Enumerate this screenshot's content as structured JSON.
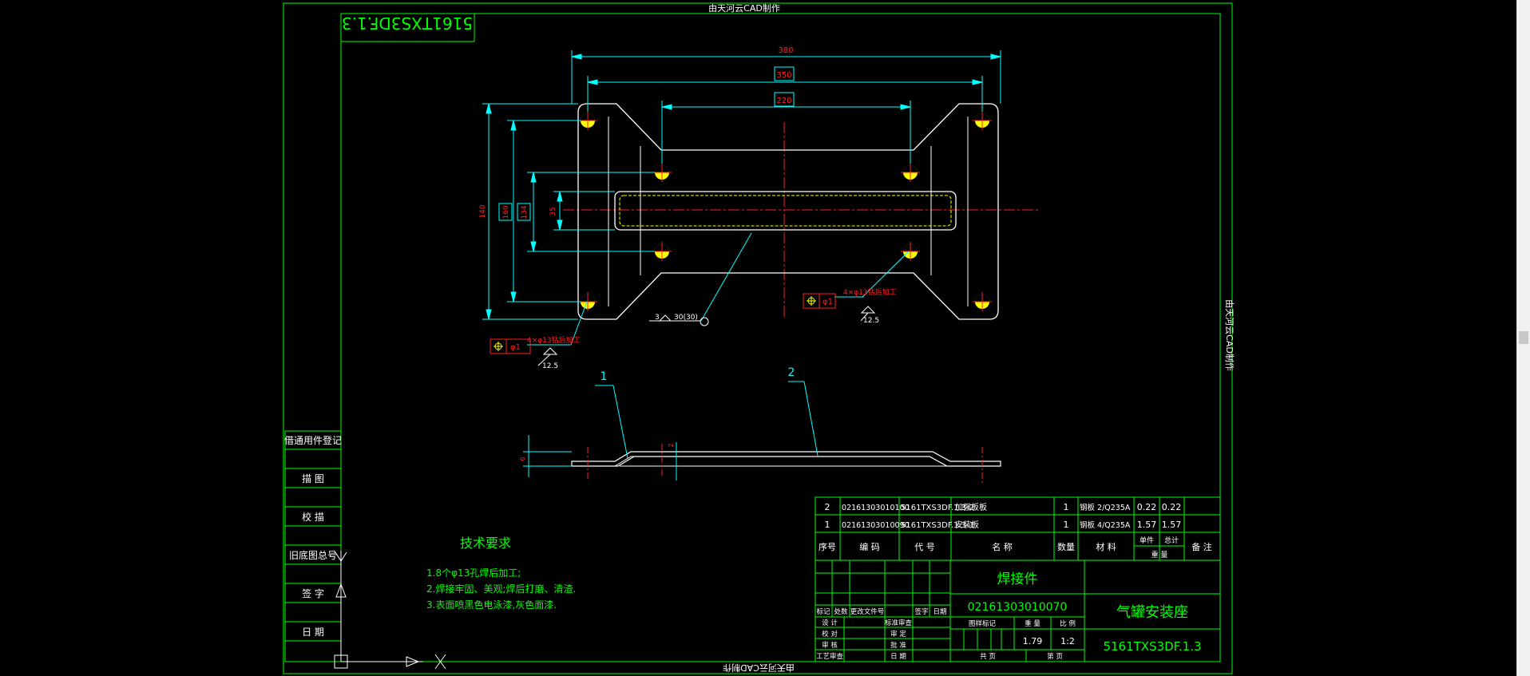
{
  "colors": {
    "background": "#000000",
    "frame": "#00ff00",
    "outline": "#ffffff",
    "dimension": "#00ffff",
    "centerline": "#ff0000",
    "annotation_red": "#ff2020",
    "hole": "#ffff00",
    "frame_text": "#ffffff",
    "text_green": "#00ff00",
    "scrollbar": "#f0f0f0"
  },
  "header": {
    "top_credit": "由天河云CAD制作",
    "bottom_credit": "由天河云CAD制作",
    "side_credit": "由天河云CAD制作",
    "mirrored_code": "5161TXS3DF.1.3"
  },
  "dimensions": {
    "overall_width": "380",
    "hole_span_outer": "350",
    "hole_span_inner": "220",
    "overall_height": "140",
    "outer_vertical": "160",
    "middle_vertical": "134",
    "slot_height": "35",
    "side_thickness": "6",
    "step_height": "2"
  },
  "annotations": {
    "hole_note": "4×φ13钻后加工",
    "position_tolerance": "φ1",
    "roughness": "12.5",
    "weld_note": "30(30)",
    "weld_size": "3",
    "balloon_1": "1",
    "balloon_2": "2"
  },
  "left_table": {
    "rows": [
      "借通用件登记",
      "描 图",
      "校 描",
      "旧底图总号",
      "签 字",
      "日 期"
    ]
  },
  "tech_requirements": {
    "title": "技术要求",
    "items": [
      "1.8个φ13孔焊后加工;",
      "2.焊接牢固、美观;焊后打磨、清渣.",
      "3.表面喷黑色电泳漆,灰色面漆."
    ]
  },
  "bom": {
    "headers": [
      "序号",
      "编  码",
      "代  号",
      "名  称",
      "数量",
      "材  料",
      "单件",
      "总计",
      "备  注"
    ],
    "weight_label": "重  量",
    "rows": [
      {
        "no": "2",
        "code": "02161303010100",
        "drawing": "5161TXS3DF.1.3-2",
        "name": "加强板板",
        "qty": "1",
        "material": "钢板 2/Q235A",
        "unit_weight": "0.22",
        "total_weight": "0.22",
        "remark": ""
      },
      {
        "no": "1",
        "code": "02161303010090",
        "drawing": "5161TXS3DF.1.3-1",
        "name": "安装板",
        "qty": "1",
        "material": "钢板 4/Q235A",
        "unit_weight": "1.57",
        "total_weight": "1.57",
        "remark": ""
      }
    ]
  },
  "title_block": {
    "part_type": "焊接件",
    "part_code": "02161303010070",
    "part_name": "气罐安装座",
    "drawing_no": "5161TXS3DF.1.3",
    "weight": "1.79",
    "scale": "1:2",
    "labels": {
      "mark": "标记",
      "count": "处数",
      "change_doc": "更改文件号",
      "signature": "签字",
      "date": "日期",
      "designer": "设 计",
      "checker": "校 对",
      "reviewer": "审 核",
      "process": "工艺审查",
      "standardize": "标准审查",
      "verify": "审 定",
      "approve": "批 准",
      "date2": "日 期",
      "stage_mark": "图样标记",
      "weight_label": "重 量",
      "scale_label": "比 例",
      "sheets_total": "共  页",
      "sheet_no": "第  页"
    }
  }
}
